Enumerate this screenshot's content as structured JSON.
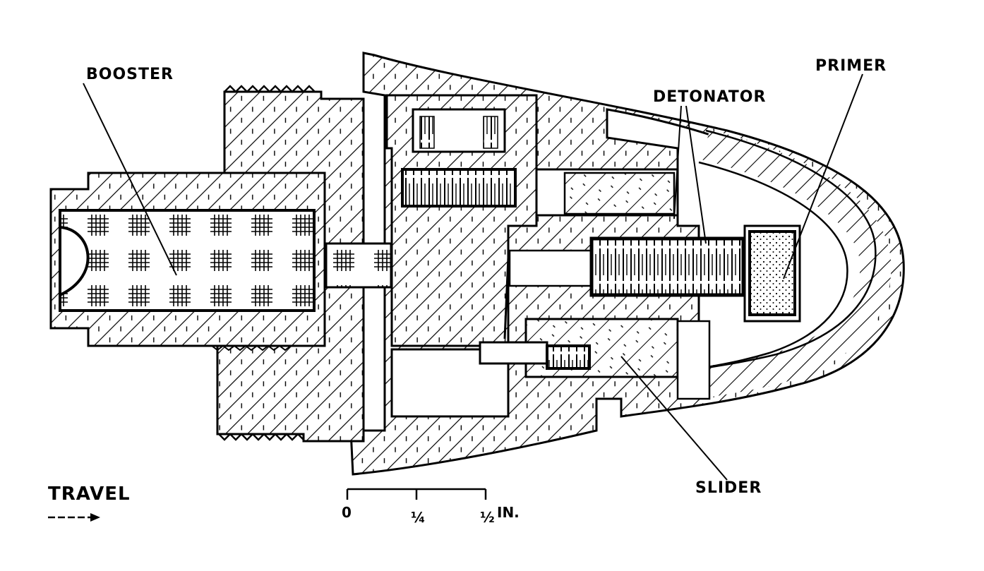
{
  "labels": {
    "booster": "BOOSTER",
    "detonator": "DETONATOR",
    "primer": "PRIMER",
    "slider": "SLIDER",
    "travel": "TRAVEL"
  },
  "scale": {
    "zero": "0",
    "quarter": "¼",
    "half": "½",
    "unit": "IN."
  },
  "colors": {
    "ink": "#000000",
    "paper": "#ffffff"
  }
}
